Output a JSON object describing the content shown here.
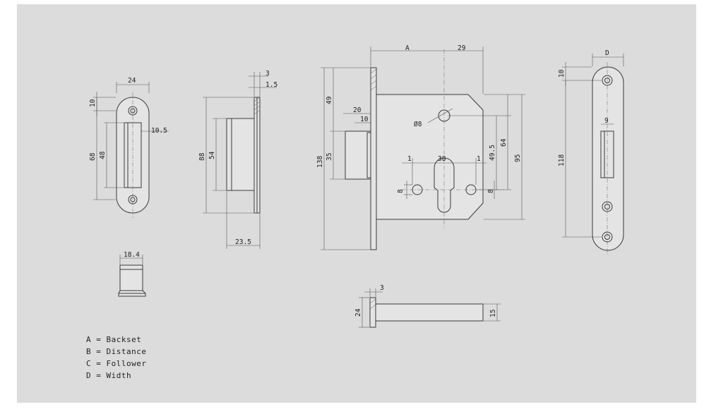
{
  "strike_plate": {
    "dims": {
      "width": "24",
      "top": "10",
      "opening": "10.5",
      "height_outer": "68",
      "height_inner": "48"
    }
  },
  "strike_side": {
    "dims": {
      "top": "3",
      "thickness": "1.5",
      "height_outer": "88",
      "height_inner": "54",
      "depth": "23.5"
    }
  },
  "lock_body": {
    "dims": {
      "backset": "A",
      "right": "29",
      "height_total": "138",
      "upper": "49",
      "latch_height": "35",
      "latch_depth1": "20",
      "latch_depth2": "10",
      "follower": "Ø8",
      "hole_spacing": "38",
      "gap_left": "1",
      "gap_right": "1",
      "height_49_5": "49.5",
      "height_64": "64",
      "height_95": "95",
      "small_8_left": "8",
      "small_8_right": "8"
    }
  },
  "face_plate": {
    "dims": {
      "width": "D",
      "top": "10",
      "slot": "9",
      "length": "118"
    }
  },
  "bolt_block": {
    "dims": {
      "width": "18.4"
    }
  },
  "spindle": {
    "dims": {
      "thickness": "3",
      "head": "24",
      "bar": "15"
    }
  },
  "legend": [
    {
      "text": "A = Backset"
    },
    {
      "text": "B = Distance"
    },
    {
      "text": "C = Follower"
    },
    {
      "text": "D = Width"
    }
  ]
}
